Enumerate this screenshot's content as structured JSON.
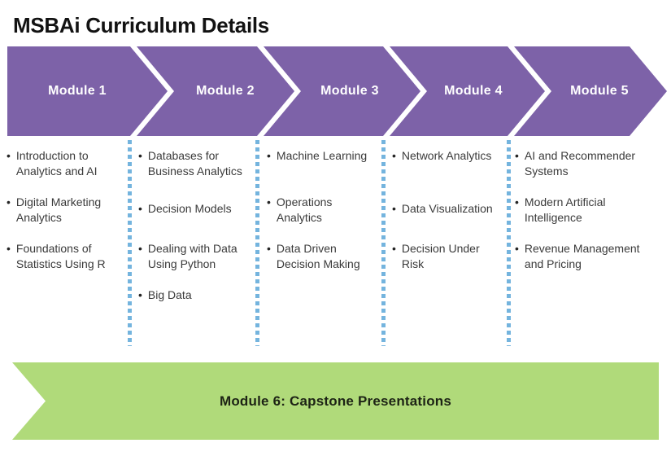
{
  "title": "MSBAi Curriculum Details",
  "bullet_glyph": "•",
  "colors": {
    "module_purple": "#7d62a8",
    "banner_green": "#b0da7a",
    "divider_blue": "#74b4de"
  },
  "modules": [
    {
      "label": "Module 1",
      "courses": [
        "Introduction to\nAnalytics and AI",
        "Digital Marketing\nAnalytics",
        "Foundations of\nStatistics Using R"
      ]
    },
    {
      "label": "Module 2",
      "courses": [
        "Databases for\nBusiness Analytics",
        "Decision Models",
        "Dealing with Data\nUsing Python",
        "Big Data"
      ]
    },
    {
      "label": "Module 3",
      "courses": [
        "Machine Learning",
        "Operations\nAnalytics",
        "Data Driven\nDecision Making"
      ]
    },
    {
      "label": "Module 4",
      "courses": [
        "Network Analytics",
        "Data Visualization",
        "Decision Under\nRisk"
      ]
    },
    {
      "label": "Module 5",
      "courses": [
        "AI and Recommender\nSystems",
        "Modern Artificial\nIntelligence",
        "Revenue Management\nand Pricing"
      ]
    }
  ],
  "capstone_banner": {
    "label": "Module 6: Capstone Presentations"
  }
}
